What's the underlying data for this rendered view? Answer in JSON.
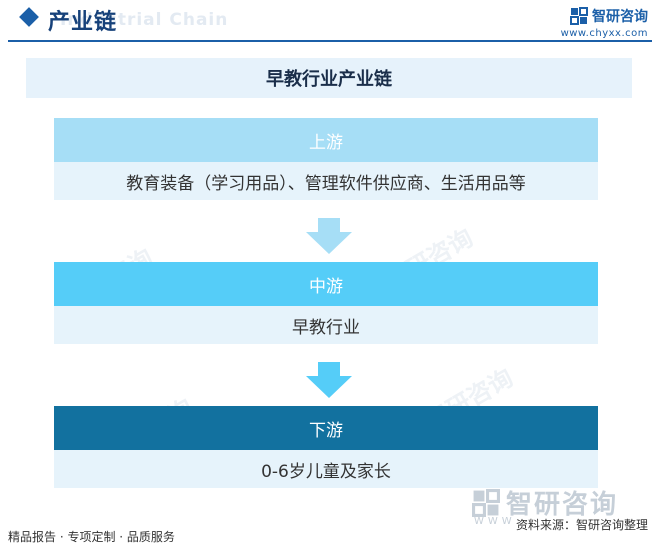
{
  "header": {
    "title": "产业链",
    "background_text": "Industrial Chain",
    "brand_name": "智研咨询",
    "brand_url": "www.chyxx.com"
  },
  "diagram": {
    "title": "早教行业产业链",
    "stages": [
      {
        "label": "上游",
        "content": "教育装备（学习用品）、管理软件供应商、生活用品等",
        "color": "#a6def6"
      },
      {
        "label": "中游",
        "content": "早教行业",
        "color": "#55cdf8"
      },
      {
        "label": "下游",
        "content": "0-6岁儿童及家长",
        "color": "#12719f"
      }
    ],
    "arrow_colors": [
      "#a6def6",
      "#55cdf8"
    ]
  },
  "footer": {
    "left": "精品报告 · 专项定制 · 品质服务",
    "right": "资料来源：智研咨询整理",
    "brand_watermark": "智研咨询",
    "brand_www": "WWW"
  },
  "watermarks": [
    "智研咨询",
    "智研咨询",
    "智研咨询",
    "智研咨询",
    "智研咨询",
    "智研咨询"
  ]
}
